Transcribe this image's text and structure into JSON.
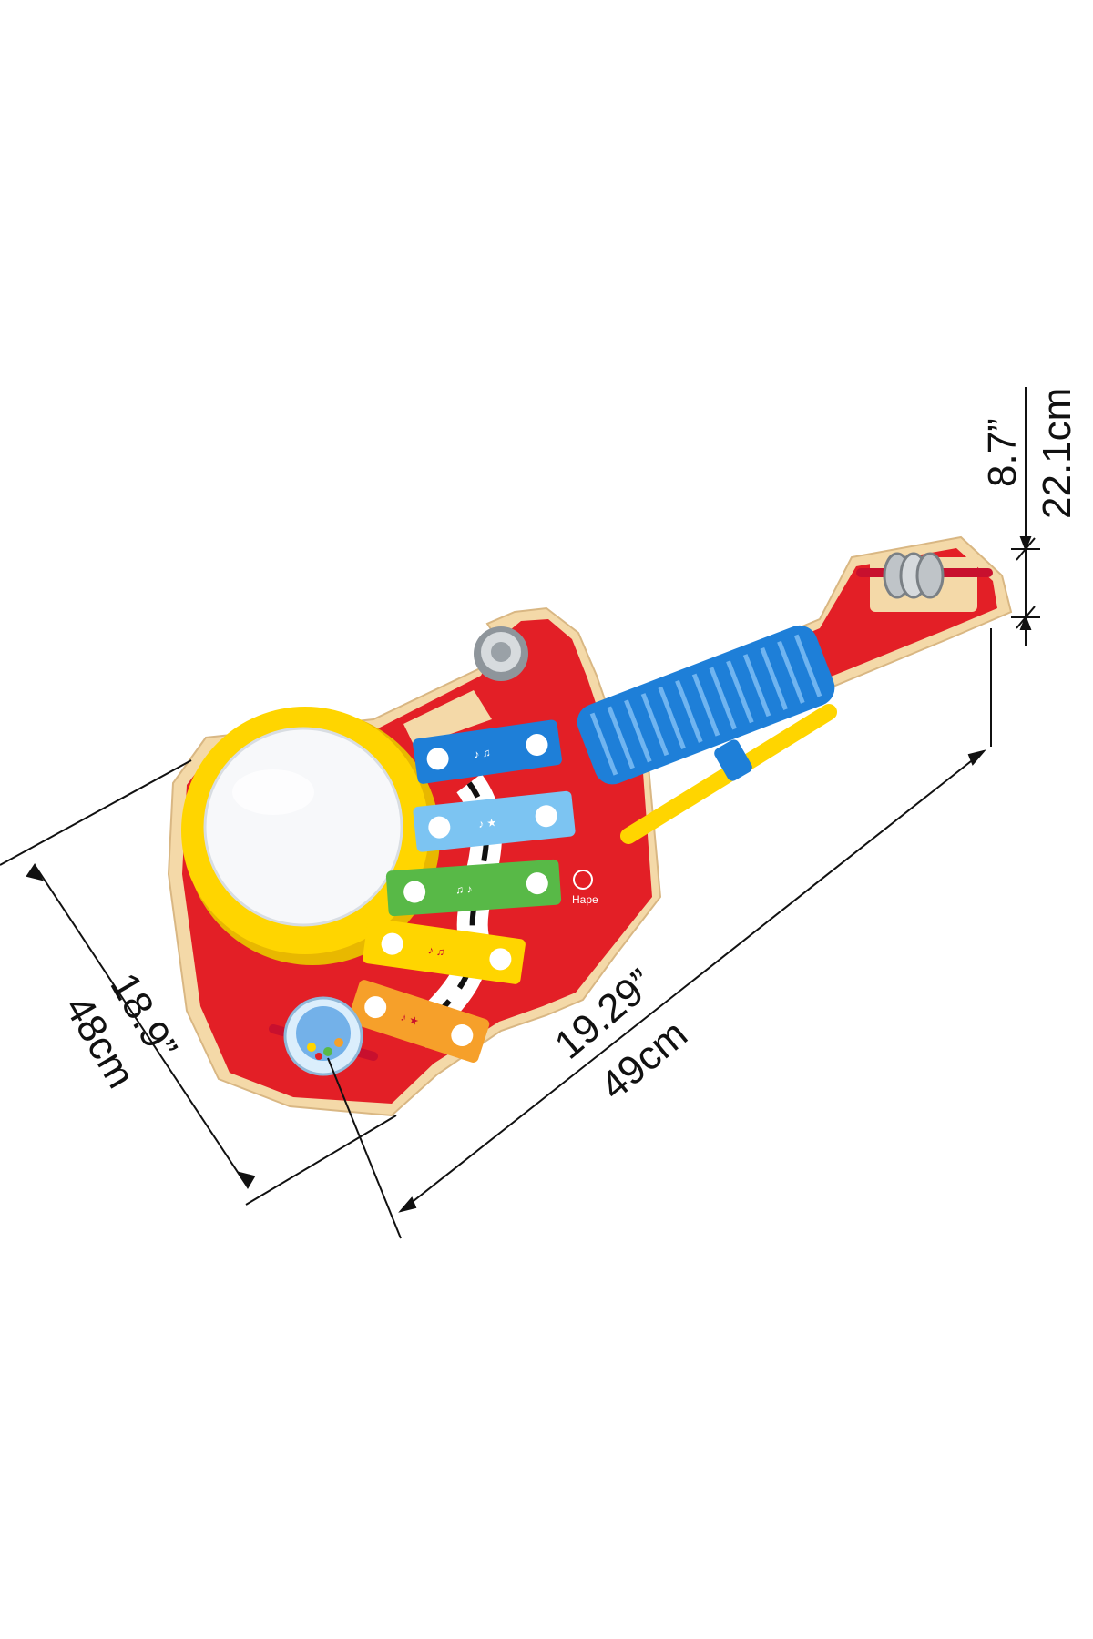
{
  "dimensions": {
    "width_inch": "18.9”",
    "width_cm": "48cm",
    "length_inch": "19.29”",
    "length_cm": "49cm",
    "head_inch": "8.7”",
    "head_cm": "22.1cm"
  },
  "brand": {
    "label": "Hape"
  },
  "colors": {
    "body": "#e31f26",
    "wood": "#f4d9a8",
    "yellow": "#ffd500",
    "blue": "#1e7fd8",
    "light_blue": "#7cc4f2",
    "green": "#58b947",
    "orange": "#f6a02a",
    "peach": "#f8b46a",
    "line": "#111111"
  }
}
